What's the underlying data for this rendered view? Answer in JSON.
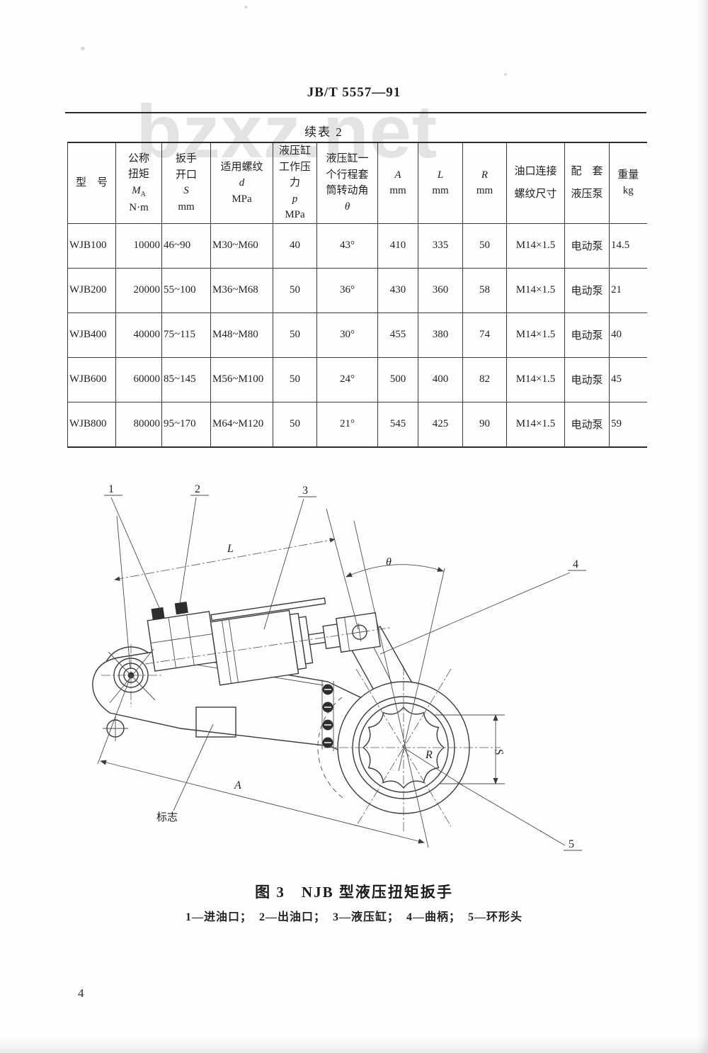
{
  "page": {
    "doc_number": "JB/T 5557—91",
    "table_title": "续表 2",
    "page_number": "4",
    "watermark": "bzxz.net"
  },
  "table": {
    "headers": {
      "model": "型　号",
      "torque": {
        "l1": "公称",
        "l2": "扭矩",
        "sym": "M",
        "sub": "A",
        "unit": "N·m"
      },
      "opening": {
        "l1": "扳手",
        "l2": "开口",
        "sym": "S",
        "unit": "mm"
      },
      "thread": {
        "l1": "适用螺纹",
        "sym": "d",
        "unit": "MPa"
      },
      "pressure": {
        "l1": "液压缸",
        "l2": "工作压力",
        "sym": "p",
        "unit": "MPa"
      },
      "angle": {
        "l1": "液压缸一",
        "l2": "个行程套",
        "l3": "筒转动角",
        "sym": "θ"
      },
      "a": {
        "sym": "A",
        "unit": "mm"
      },
      "l": {
        "sym": "L",
        "unit": "mm"
      },
      "r": {
        "sym": "R",
        "unit": "mm"
      },
      "port": {
        "l1": "油口连接",
        "l2": "螺纹尺寸"
      },
      "pump": {
        "l1": "配　套",
        "l2": "液压泵"
      },
      "weight": {
        "l1": "重量",
        "unit": "kg"
      }
    },
    "rows": [
      [
        "WJB100",
        "10000",
        "46~90",
        "M30~M60",
        "40",
        "43°",
        "410",
        "335",
        "50",
        "M14×1.5",
        "电动泵",
        "14.5"
      ],
      [
        "WJB200",
        "20000",
        "55~100",
        "M36~M68",
        "50",
        "36°",
        "430",
        "360",
        "58",
        "M14×1.5",
        "电动泵",
        "21"
      ],
      [
        "WJB400",
        "40000",
        "75~115",
        "M48~M80",
        "50",
        "30°",
        "455",
        "380",
        "74",
        "M14×1.5",
        "电动泵",
        "40"
      ],
      [
        "WJB600",
        "60000",
        "85~145",
        "M56~M100",
        "50",
        "24°",
        "500",
        "400",
        "82",
        "M14×1.5",
        "电动泵",
        "45"
      ],
      [
        "WJB800",
        "80000",
        "95~170",
        "M64~M120",
        "50",
        "21°",
        "545",
        "425",
        "90",
        "M14×1.5",
        "电动泵",
        "59"
      ]
    ]
  },
  "figure": {
    "caption": "图 3　NJB 型液压扭矩扳手",
    "legend": "1—进油口；  2—出油口；  3—液压缸；  4—曲柄；  5—环形头",
    "labels": {
      "c1": "1",
      "c2": "2",
      "c3": "3",
      "c4": "4",
      "c5": "5",
      "dim_l": "L",
      "dim_theta": "θ",
      "dim_a": "A",
      "dim_r": "R",
      "dim_s": "S",
      "mark": "标志"
    }
  }
}
